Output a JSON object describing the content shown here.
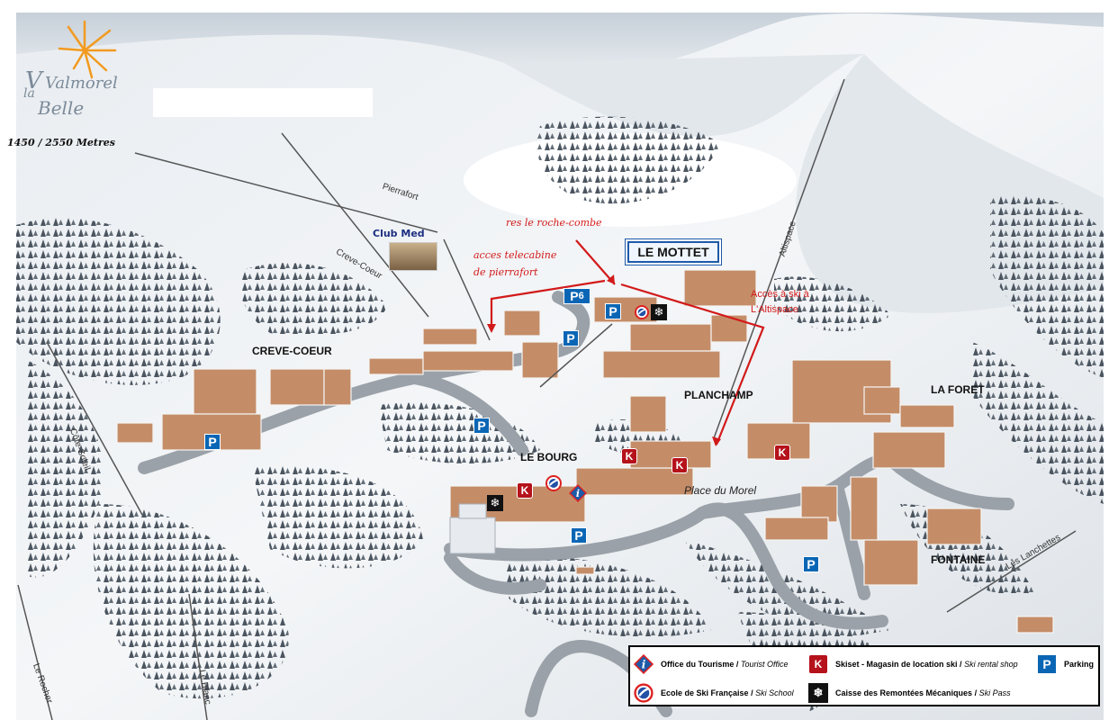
{
  "resort": {
    "logo_text_1": "Valmorel",
    "logo_text_2": "la",
    "logo_text_3": "Belle",
    "altitude": "1450 / 2550  Metres"
  },
  "zones": {
    "creve_coeur": "CREVE-COEUR",
    "le_bourg": "LE BOURG",
    "planchamp": "PLANCHAMP",
    "la_foret": "LA FORET",
    "fontaine": "FONTAINE",
    "le_mottet": "LE MOTTET",
    "place_du_morel": "Place du Morel",
    "club_med": "Club Med"
  },
  "lifts": {
    "pierrafort": "Pierrafort",
    "creve_coeur": "Creve-Coeur",
    "altispace": "Altispace",
    "cote_soleil": "Côte-Soleil",
    "les_lanchettes": "Les Lanchettes",
    "le_rocher": "Le Rocher",
    "le_blanc": "Le Blanc"
  },
  "annotations": {
    "res_roche_combe": "res le roche-combe",
    "acces_telecabine_1": "acces telecabine",
    "acces_telecabine_2": "de pierrafort",
    "acces_altispace_1": "Accès à ski à",
    "acces_altispace_2": "L'Altispace"
  },
  "markers": {
    "parking_symbol": "P",
    "parking_6_number": "6",
    "skiset_symbol": "K",
    "pass_symbol": "❄"
  },
  "legend": {
    "office_fr": "Office du Tourisme",
    "office_en": "Tourist  Office",
    "esf_fr": "Ecole de Ski Française",
    "esf_en": "Ski School",
    "skiset_fr": "Skiset - Magasin de location ski",
    "skiset_en": "Ski rental shop",
    "pass_fr": "Caisse des Remontées Mécaniques",
    "pass_en": "Ski Pass",
    "parking": "Parking",
    "sep": " / "
  },
  "colors": {
    "parking_blue": "#0a66b5",
    "skiset_red": "#b5121b",
    "annotation_red": "#d21a1a",
    "mottet_border": "#1d5aa8"
  }
}
